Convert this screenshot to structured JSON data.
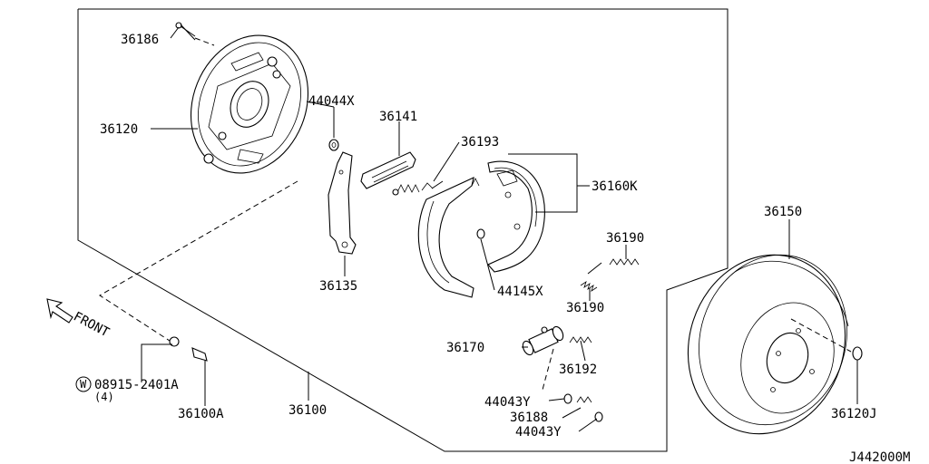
{
  "diagram": {
    "code": "J442000M",
    "front": "FRONT",
    "washer_symbol": "W",
    "labels": {
      "p36186": "36186",
      "p36120": "36120",
      "p44044x": "44044X",
      "p36141": "36141",
      "p36193": "36193",
      "p36160k": "36160K",
      "p36150": "36150",
      "p36190a": "36190",
      "p36190b": "36190",
      "p36135": "36135",
      "p44145x": "44145X",
      "p36170": "36170",
      "p36192": "36192",
      "p44043ya": "44043Y",
      "p36188": "36188",
      "p44043yb": "44043Y",
      "p36120j": "36120J",
      "p08915": "08915-2401A",
      "p08915qty": "(4)",
      "p36100a": "36100A",
      "p36100": "36100"
    }
  }
}
